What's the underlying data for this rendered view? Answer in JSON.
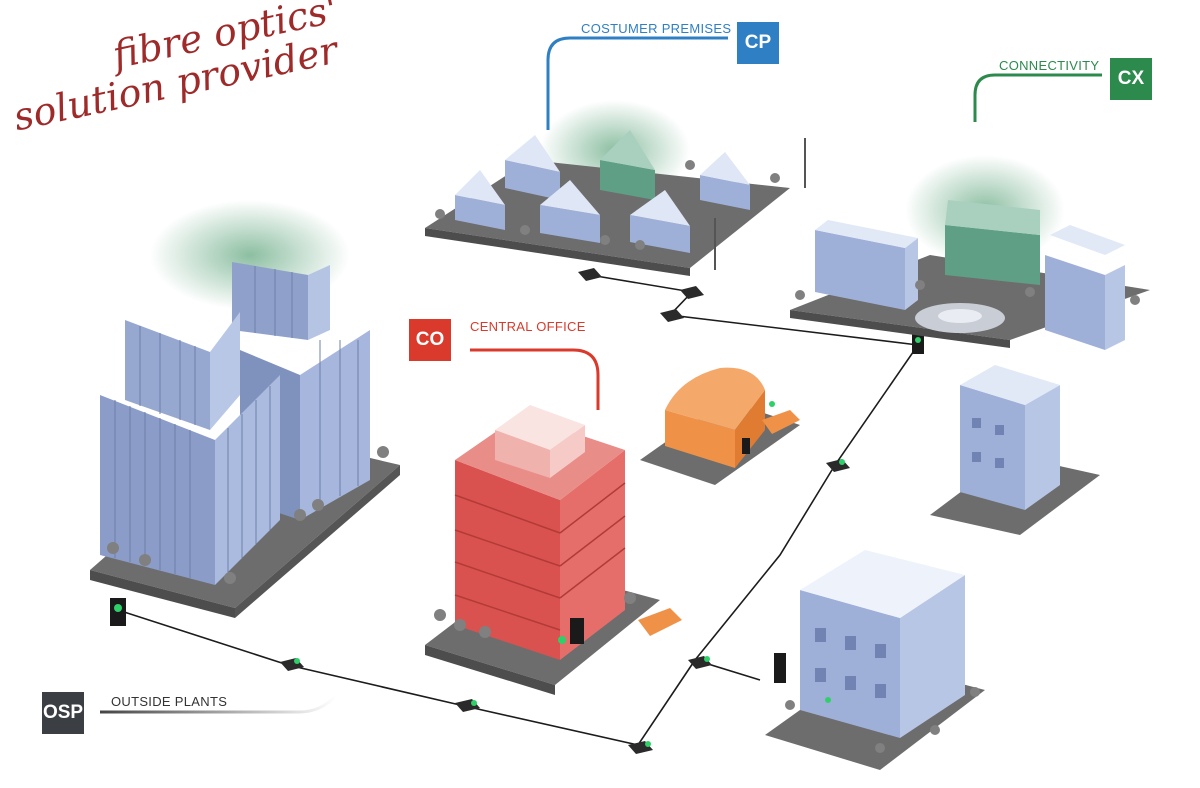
{
  "tagline": {
    "line1": "fibre optics'",
    "line2": "solution provider"
  },
  "labels": {
    "cp": {
      "text": "COSTUMER PREMISES",
      "badge": "CP",
      "color": "#2f7fc4"
    },
    "cx": {
      "text": "CONNECTIVITY",
      "badge": "CX",
      "color": "#2c8a4c"
    },
    "co": {
      "text": "CENTRAL OFFICE",
      "badge": "CO",
      "color": "#d93a2b"
    },
    "osp": {
      "text": "OUTSIDE PLANTS",
      "badge": "OSP",
      "color": "#3b3f44"
    }
  },
  "colors": {
    "building": "#9fb0d8",
    "building_dark": "#7f91bd",
    "central_office": "#d9524f",
    "annex": "#ef9247",
    "ground": "#6a6a6a",
    "cable": "#1c1c1c",
    "signal": "#2fcf6a"
  }
}
